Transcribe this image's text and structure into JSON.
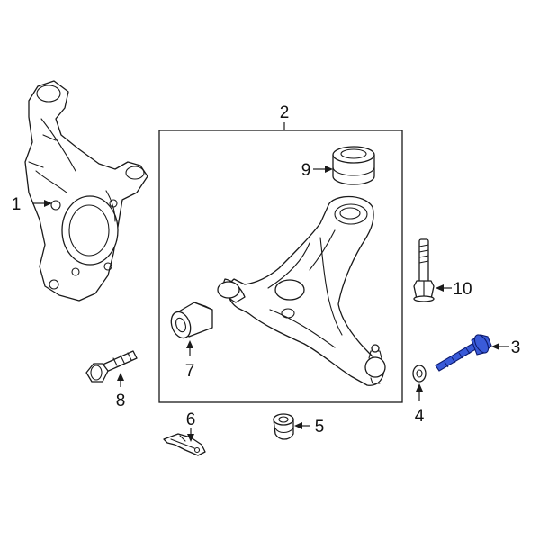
{
  "callouts": {
    "c1": "1",
    "c2": "2",
    "c3": "3",
    "c4": "4",
    "c5": "5",
    "c6": "6",
    "c7": "7",
    "c8": "8",
    "c9": "9",
    "c10": "10"
  },
  "colors": {
    "highlight": "#3a5bd9",
    "line": "#1a1a1a",
    "background": "#ffffff"
  }
}
